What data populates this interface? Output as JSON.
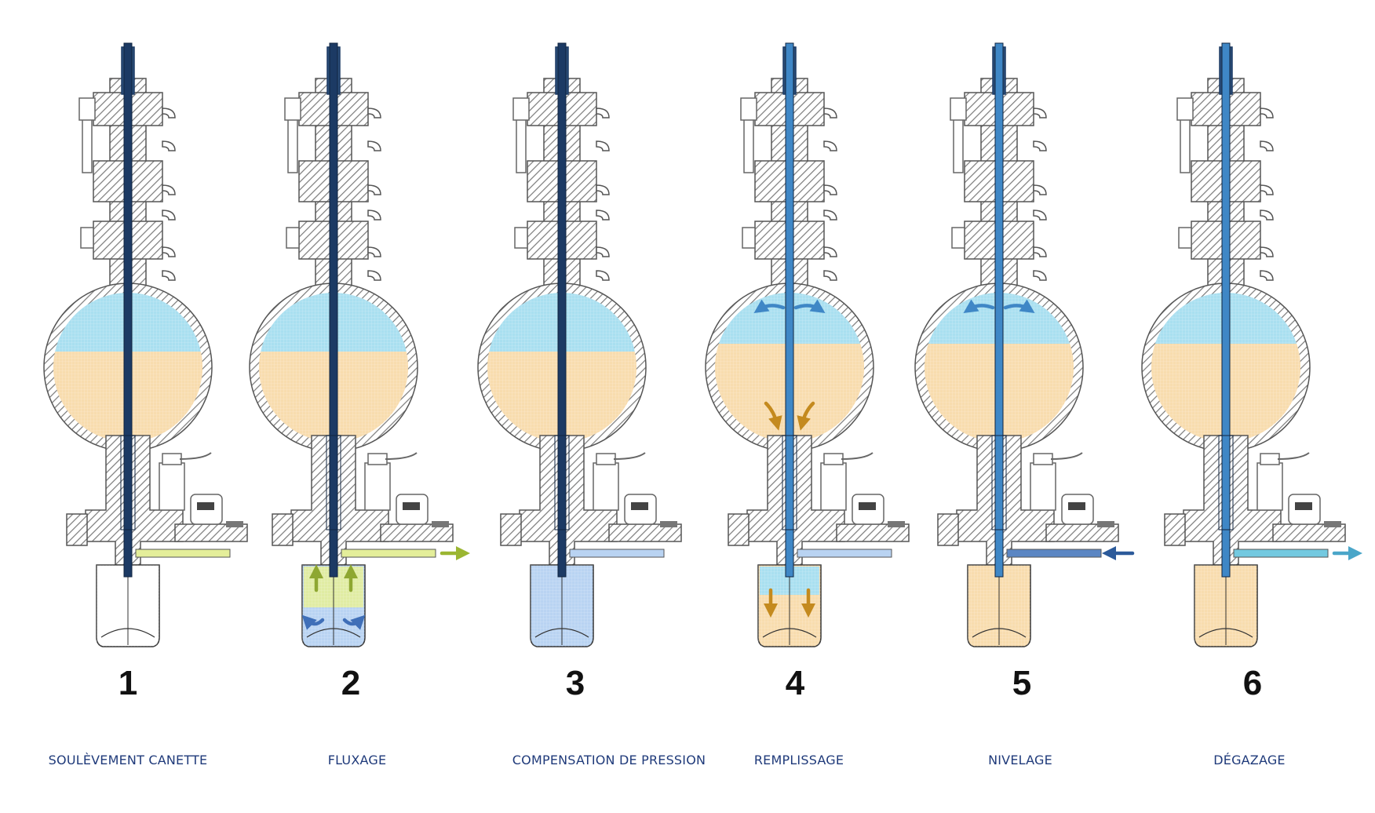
{
  "steps": [
    {
      "number": "1",
      "label": "SOULÈVEMENT CANETTE",
      "can_fill": "empty",
      "side_flow": "gas-left",
      "arrows": "none"
    },
    {
      "number": "2",
      "label": "FLUXAGE",
      "can_fill": "flush",
      "side_flow": "gas-out-right",
      "arrows": "flush"
    },
    {
      "number": "3",
      "label": "COMPENSATION DE PRESSION",
      "can_fill": "pressure",
      "side_flow": "pressure-left",
      "arrows": "pressure"
    },
    {
      "number": "4",
      "label": "REMPLISSAGE",
      "can_fill": "filling",
      "side_flow": "pressure-left",
      "arrows": "filling"
    },
    {
      "number": "5",
      "label": "NIVELAGE",
      "can_fill": "full",
      "side_flow": "gas-in-left",
      "arrows": "leveling"
    },
    {
      "number": "6",
      "label": "DÉGAZAGE",
      "can_fill": "full",
      "side_flow": "gas-out-right",
      "arrows": "degas"
    }
  ],
  "colors": {
    "gas": "#a9dff0",
    "liquid": "#f8dcae",
    "flush_gas": "#e4ee9a",
    "pressure_gas": "#b9d3f2",
    "tube": "#1c3a64",
    "tube_highlight": "#3f87c6",
    "body": "#6f6f6f",
    "hatch": "#8a8a8a",
    "label": "#1f3a7a"
  }
}
